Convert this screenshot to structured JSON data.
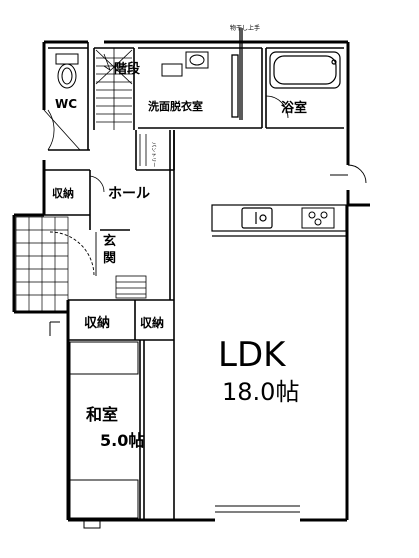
{
  "floor_plan": {
    "rooms": {
      "stairs": "階段",
      "wc": "WC",
      "washroom": "洗面脱衣室",
      "bath": "浴室",
      "storage_hall": "収納",
      "hall": "ホール",
      "entrance_1": "玄",
      "entrance_2": "関",
      "storage_1": "収納",
      "storage_2": "収納",
      "ldk": "LDK",
      "ldk_size": "18.0帖",
      "washitsu": "和室",
      "washitsu_size": "5.0帖"
    },
    "annotations": {
      "drying_handrail": "物干し上手",
      "pantry": "パントリー"
    }
  }
}
